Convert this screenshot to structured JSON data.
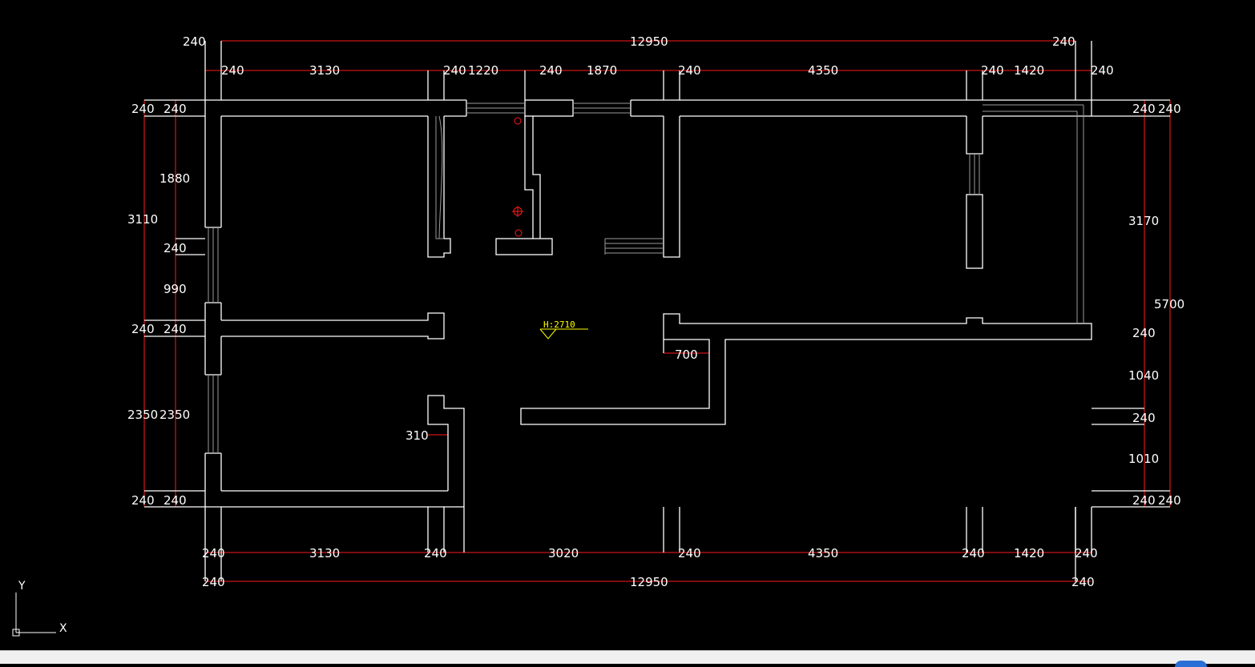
{
  "dimensions": {
    "top_overall": [
      "240",
      "12950",
      "240"
    ],
    "top_segments": [
      "240",
      "3130",
      "240",
      "1220",
      "240",
      "1870",
      "240",
      "4350",
      "240",
      "1420",
      "240"
    ],
    "bottom_segments": [
      "240",
      "3130",
      "240",
      "3020",
      "240",
      "4350",
      "240",
      "1420",
      "240"
    ],
    "bottom_overall": [
      "240",
      "12950",
      "240"
    ],
    "left_outer": [
      "240",
      "3110",
      "240",
      "2350",
      "240"
    ],
    "left_inner": [
      "240",
      "1880",
      "240",
      "990",
      "240",
      "2350",
      "240"
    ],
    "right_inner": [
      "240",
      "3170",
      "240",
      "1040",
      "240",
      "1010",
      "240"
    ],
    "right_outer": [
      "240",
      "5700",
      "240"
    ],
    "interior": [
      "700",
      "310"
    ]
  },
  "level_marker": "H:2710",
  "ucs": {
    "y_label": "Y",
    "x_label": "X"
  },
  "colors": {
    "background": "#000000",
    "dimension_lines": "#ff1a1a",
    "walls": "#ffffff",
    "windows": "#9a9a9a",
    "level_marker": "#ffff00",
    "symbols": "#ff1a1a"
  }
}
